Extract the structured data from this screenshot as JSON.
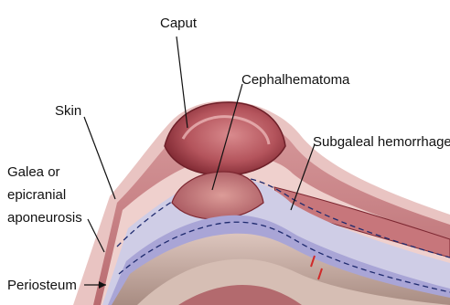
{
  "labels": {
    "caput": "Caput",
    "cephalhematoma": "Cephalhematoma",
    "skin": "Skin",
    "galea_line1": "Galea or",
    "galea_line2": "epicranial",
    "galea_line3": "aponeurosis",
    "subgaleal": "Subgaleal hemorrhage",
    "periosteum": "Periosteum"
  },
  "colors": {
    "skin_outer": "#c9868a",
    "skin_inner": "#e3b2b3",
    "caput_fill": "#b4545c",
    "caput_dark": "#7c2630",
    "cephal_fill": "#c07575",
    "aponeurosis": "#b8b7d9",
    "periosteum": "#a9a5d6",
    "bone": "#c9b0a6",
    "bone_dark": "#9b7f77",
    "dash": "#1e2a6e",
    "leader": "#111111"
  }
}
